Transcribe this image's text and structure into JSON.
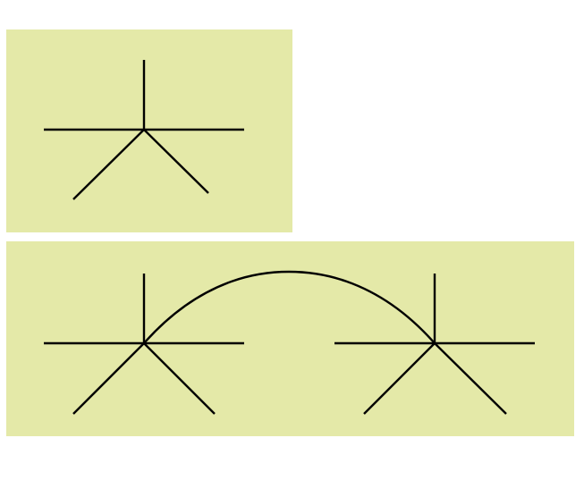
{
  "colors": {
    "background": "#ffffff",
    "panel_fill": "#e4e9a8",
    "stroke": "#000000"
  },
  "panels": [
    {
      "name": "single-node-panel",
      "nodes": 1
    },
    {
      "name": "connected-nodes-panel",
      "nodes": 2,
      "connector": "arc"
    }
  ]
}
